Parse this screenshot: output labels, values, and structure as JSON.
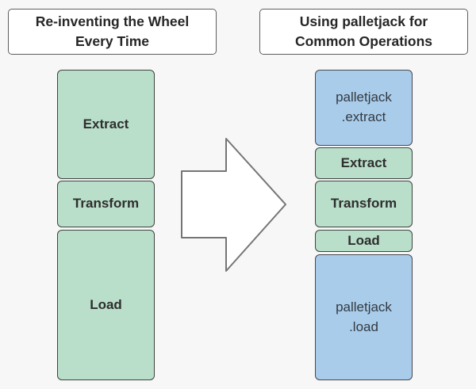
{
  "page": {
    "background_color": "#f7f7f7"
  },
  "headers": {
    "left_title": "Re-inventing the Wheel\nEvery Time",
    "right_title": "Using palletjack for\nCommon Operations"
  },
  "left_column": {
    "boxes": [
      {
        "label": "Extract",
        "fill": "#b9dec9"
      },
      {
        "label": "Transform",
        "fill": "#b9dec9"
      },
      {
        "label": "Load",
        "fill": "#b9dec9"
      }
    ]
  },
  "right_column": {
    "boxes": [
      {
        "label": "palletjack\n.extract",
        "fill": "#a9cceb"
      },
      {
        "label": "Extract",
        "fill": "#b9dec9"
      },
      {
        "label": "Transform",
        "fill": "#b9dec9"
      },
      {
        "label": "Load",
        "fill": "#b9dec9"
      },
      {
        "label": "palletjack\n.load",
        "fill": "#a9cceb"
      }
    ]
  },
  "arrow": {
    "direction": "right",
    "fill": "#ffffff",
    "border_color": "#757575"
  },
  "colors": {
    "green": "#b9dec9",
    "blue": "#a9cceb",
    "box_border": "#3e4440",
    "title_border": "#5e5e5e",
    "text": "#2e2e2e",
    "background": "#f7f7f7"
  }
}
